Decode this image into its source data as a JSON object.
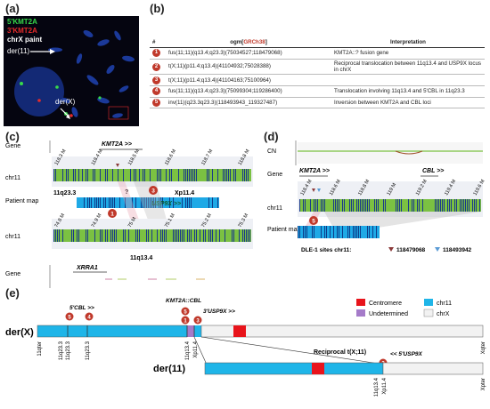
{
  "panels": {
    "a": "(a)",
    "b": "(b)",
    "c": "(c)",
    "d": "(d)",
    "e": "(e)"
  },
  "fish": {
    "probe1": "5'KMT2A",
    "probe2": "3'KMT2A",
    "probe3": "chrX paint",
    "label_der11": "der(11)",
    "label_derX": "der(X)",
    "colors": {
      "probe1": "#37d94a",
      "probe2": "#e52b2b",
      "probe3": "#ffffff",
      "background": "#050510",
      "chromosome": "#1e3fa8"
    }
  },
  "table": {
    "headers": {
      "num": "#",
      "ogm_prefix": "ogm[",
      "ogm_ref": "GRCh38",
      "ogm_suffix": "]",
      "interp": "Interpretation"
    },
    "rows": [
      {
        "n": "1",
        "ogm": "fus(11;11)(q13.4;q23.3)(75034527;118479068)",
        "interp": "KMT2A::? fusion gene"
      },
      {
        "n": "2",
        "ogm": "t(X;11)(p11.4;q13.4)(41104932;75028388)",
        "interp": "Reciprocal translocation between 11q13.4 and USP9X locus in chrX"
      },
      {
        "n": "3",
        "ogm": "t(X;11)(p11.4;q13.4)(41104163;75100964)",
        "interp": ""
      },
      {
        "n": "4",
        "ogm": "fus(11;11)(q13.4;q23.3)(75099304;119286400)",
        "interp": "Translocation involving 11q13.4 and 5'CBL in 11q23.3"
      },
      {
        "n": "5",
        "ogm": "inv(11)(q23.3q23.3)(118493943_119327487)",
        "interp": "Inversion between KMT2A and CBL loci"
      }
    ]
  },
  "panel_c": {
    "gene_label": "Gene",
    "gene_kmt2a": "KMT2A >>",
    "chr11_label": "chr11",
    "patient_label": "Patient map",
    "band_11q233": "11q23.3",
    "band_xp114": "Xp11.4",
    "band_11q134": "11q13.4",
    "usp9x": "USP9X >>",
    "question": "?",
    "xrra1": "XRRA1",
    "gene_bottom": "Gene",
    "top_ticks": [
      "118.3 M",
      "118.4 M",
      "118.5 M",
      "118.6 M",
      "118.7 M",
      "118.8 M"
    ],
    "bottom_ticks": [
      "74.8 M",
      "74.9 M",
      "75 M",
      "75.1 M",
      "75.2 M",
      "75.3 M"
    ]
  },
  "panel_d": {
    "cn_label": "CN",
    "gene_label": "Gene",
    "kmt2a": "KMT2A >>",
    "cbl": "CBL >>",
    "chr11_label": "chr11",
    "patient_label": "Patient map",
    "ticks": [
      "118.4 M",
      "118.6 M",
      "118.8 M",
      "119 M",
      "119.2 M",
      "119.4 M",
      "119.6 M"
    ],
    "dle_title": "DLE-1 sites chr11:",
    "dle_site1": "118479068",
    "dle_site2": "118493942",
    "dle_colors": {
      "site1": "#8b3a3a",
      "site2": "#5b9bd5"
    }
  },
  "panel_e": {
    "derx": "der(X)",
    "der11": "der(11)",
    "label_5cbl": "5'CBL >>",
    "label_fusion": "KMT2A::CBL",
    "label_3usp9x": "3'USP9X >>",
    "label_5usp9x": "<< 5'USP9X",
    "recip": "Reciprocal t(X;11)",
    "bands_derx": [
      "11qter",
      "11q23.3",
      "11q23.3",
      "11q23.3",
      "11q13.4",
      "Xp11.4",
      "Xqter"
    ],
    "bands_der11": [
      "11q13.4",
      "Xp11.4",
      "Xpter"
    ],
    "legend": [
      {
        "label": "Centromere",
        "color": "#e8141b"
      },
      {
        "label": "chr11",
        "color": "#1fb5e8"
      },
      {
        "label": "Undetermined",
        "color": "#a57bc9"
      },
      {
        "label": "chrX",
        "color": "#f2f2f2"
      }
    ]
  }
}
